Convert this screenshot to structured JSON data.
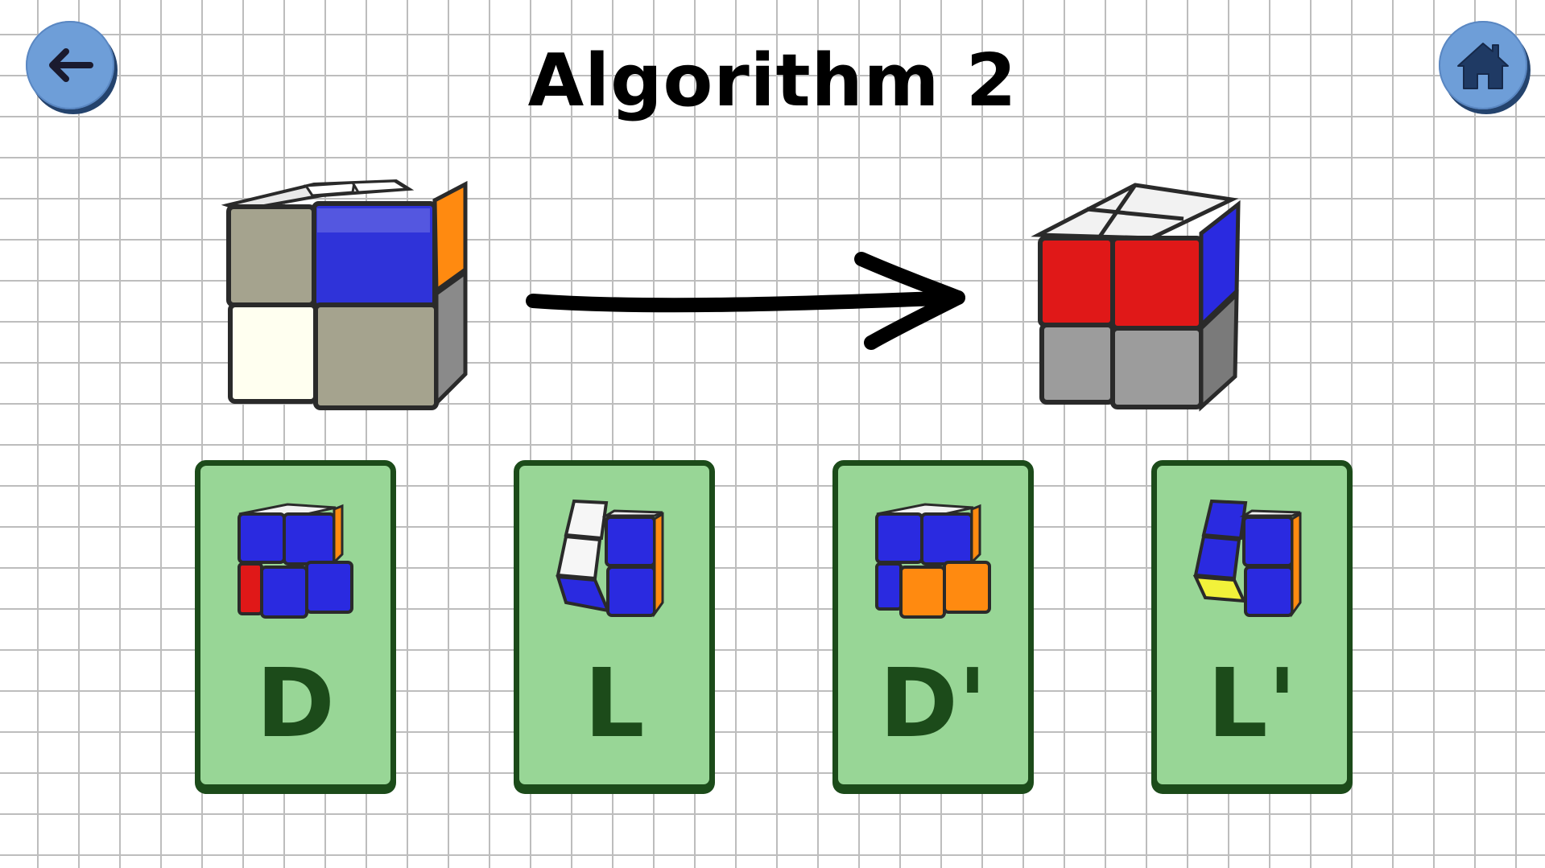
{
  "header": {
    "title": "Algorithm 2",
    "back_icon": "arrow-left-icon",
    "home_icon": "home-icon"
  },
  "colors": {
    "button_blue": "#6e9ed8",
    "button_shadow": "#24436d",
    "card_fill": "#98d696",
    "card_border": "#1c4b1a",
    "cube_blue": "#2a2ae0",
    "cube_red": "#e01818",
    "cube_orange": "#ff8a10",
    "cube_white": "#f4f4f4",
    "cube_gray": "#9a9a9a",
    "cube_yellow": "#f2f23a"
  },
  "moves": [
    {
      "label": "D"
    },
    {
      "label": "L"
    },
    {
      "label": "D'"
    },
    {
      "label": "L'"
    }
  ]
}
